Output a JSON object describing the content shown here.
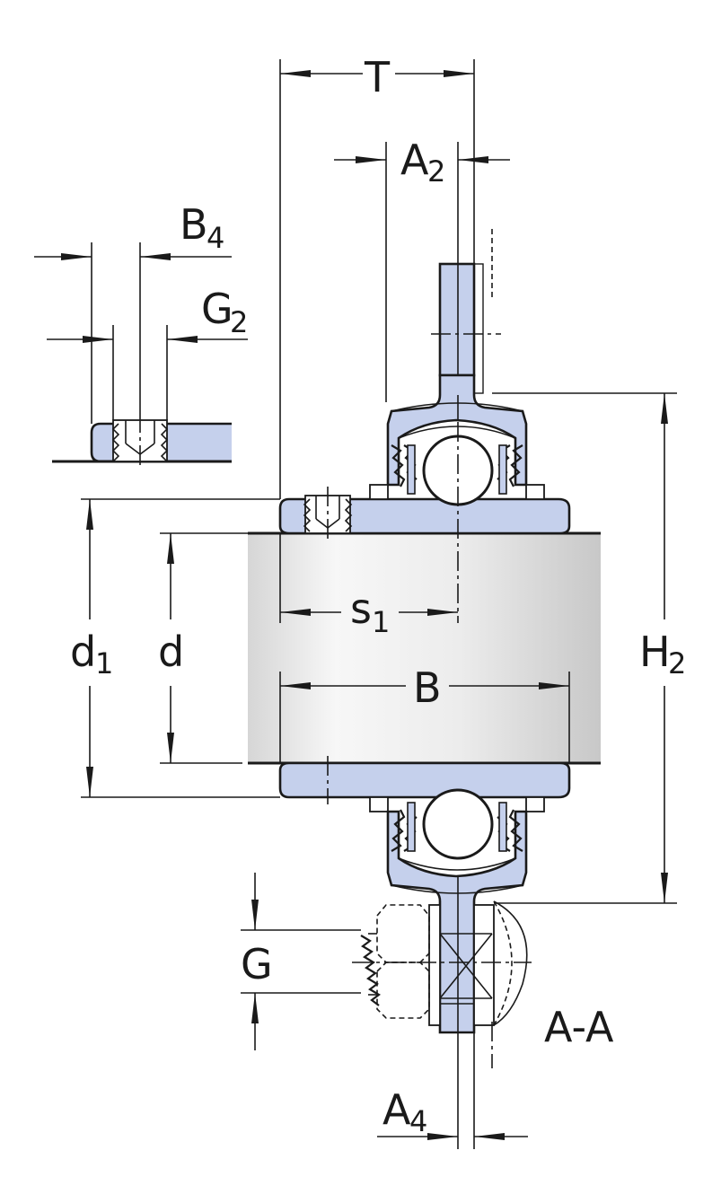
{
  "colors": {
    "part_fill": "#c5d0ec",
    "shaft_light": "#f4f4f4",
    "shaft_dark": "#cfcfcf",
    "line": "#1a1a1a"
  },
  "labels": {
    "T": "T",
    "A": "A",
    "A_sub2": "2",
    "B": "B",
    "B_sub4": "4",
    "G": "G",
    "G_sub2": "2",
    "d": "d",
    "d_sub1": "1",
    "H": "H",
    "H_sub2": "2",
    "s": "s",
    "s_sub1": "1",
    "A_sub4": "4",
    "section": "A-A"
  }
}
